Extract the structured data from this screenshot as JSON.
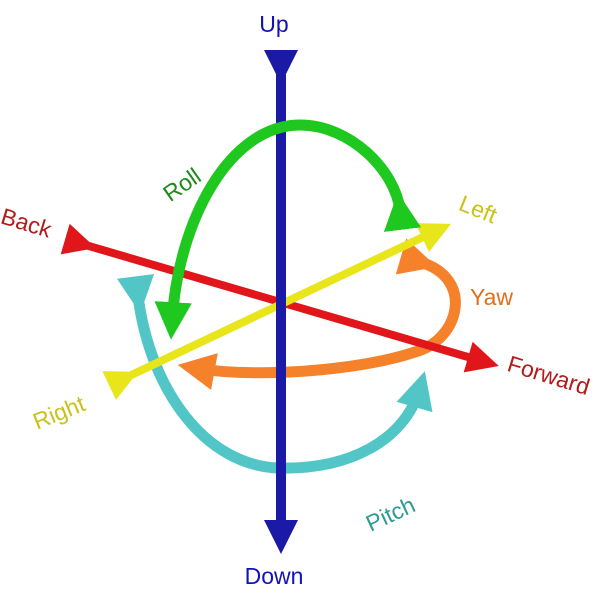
{
  "labels": {
    "up": "Up",
    "down": "Down",
    "back": "Back",
    "forward": "Forward",
    "left": "Left",
    "right": "Right",
    "roll": "Roll",
    "yaw": "Yaw",
    "pitch": "Pitch"
  },
  "colors": {
    "up_down_axis": "#1a1aa6",
    "back_forward_axis": "#e0161b",
    "left_right_axis": "#e8e61a",
    "roll": "#1ec81e",
    "yaw": "#f5822a",
    "pitch": "#52c6c6",
    "label_up_down": "#1212b8",
    "label_back_forward": "#b31a1a",
    "label_left_right": "#c9c21a",
    "label_roll": "#1e8a1e",
    "label_yaw": "#e0701a",
    "label_pitch": "#2e9a94"
  }
}
